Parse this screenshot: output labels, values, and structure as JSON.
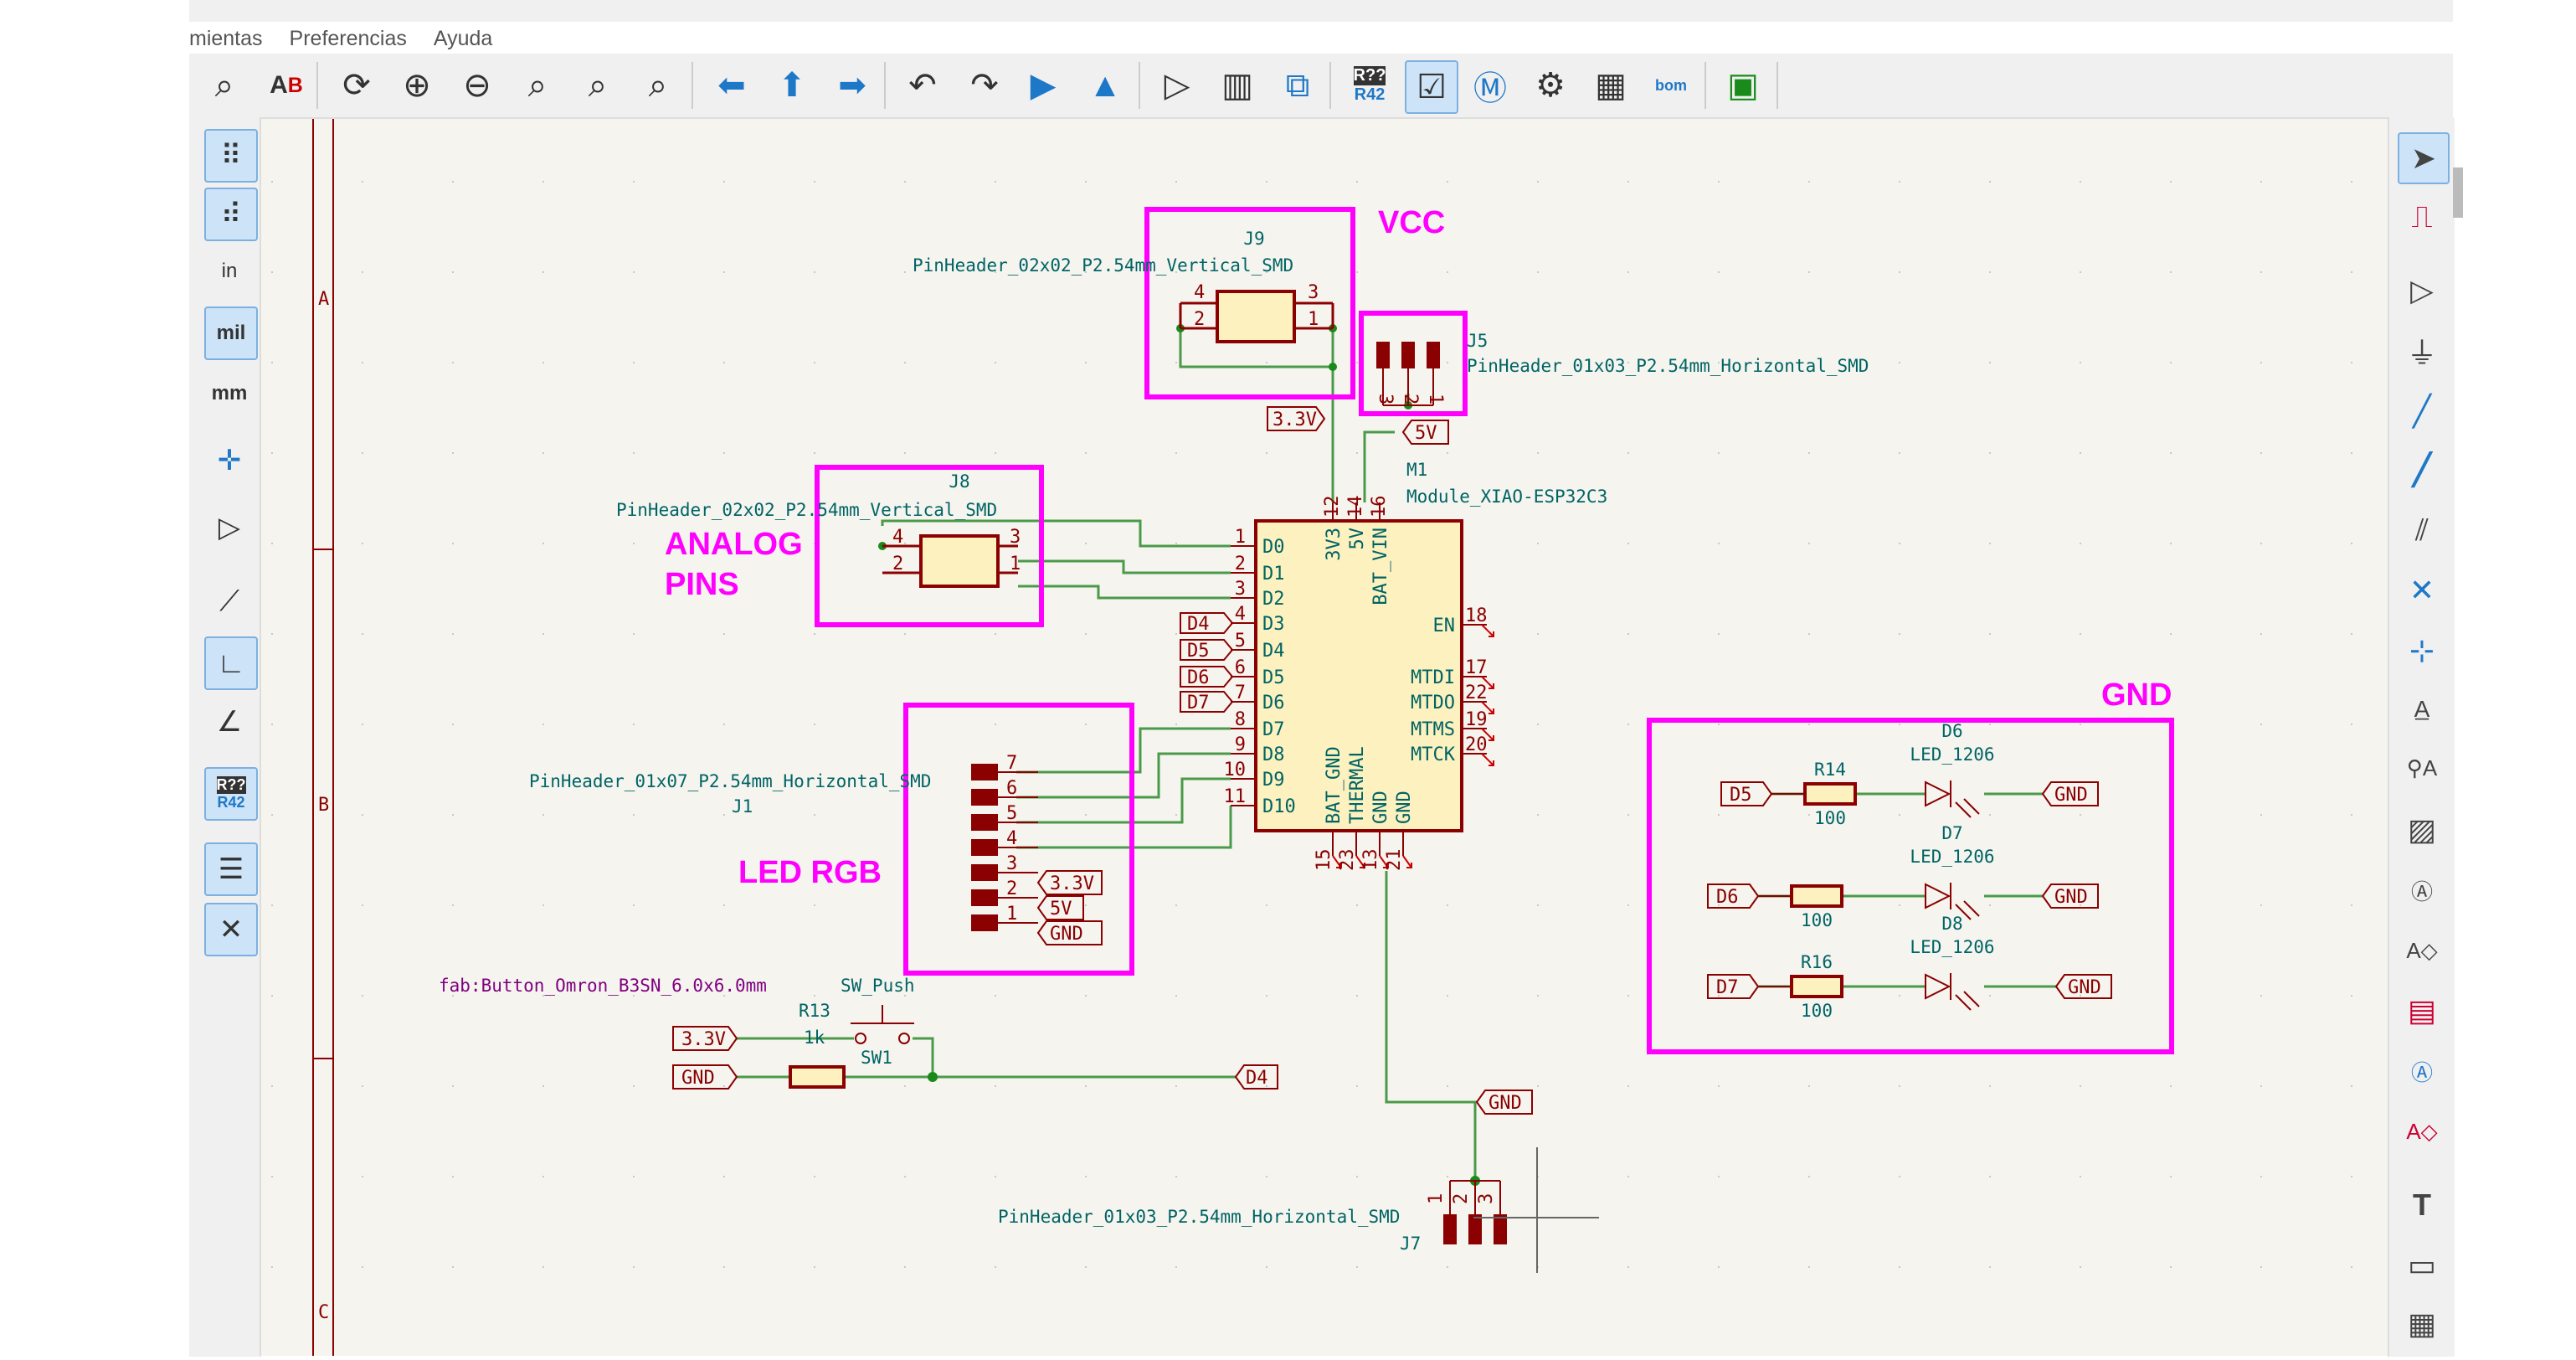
{
  "menu": {
    "items": [
      "mientas",
      "Preferencias",
      "Ayuda"
    ]
  },
  "toolbar": {
    "icons": [
      "find-icon",
      "find-replace-icon",
      "refresh-icon",
      "zoom-in-icon",
      "zoom-out-icon",
      "zoom-fit-icon",
      "zoom-objects-icon",
      "zoom-selection-icon",
      "navigate-back-icon",
      "navigate-up-icon",
      "navigate-forward-icon",
      "rotate-ccw-icon",
      "rotate-cw-icon",
      "mirror-vertical-icon",
      "mirror-horizontal-icon",
      "symbol-editor-icon",
      "symbol-browser-icon",
      "footprint-assign-icon",
      "annotate-icon",
      "erc-icon",
      "simulator-icon",
      "netlist-icon",
      "bom-table-icon",
      "bom-export-icon",
      "pcb-editor-icon"
    ],
    "annotate_text": "R??",
    "annotate_text2": "R42",
    "bom_text": "bom"
  },
  "left_toolbar": {
    "icons": [
      "grid-dots-icon",
      "grid-overrides-icon",
      "units-in-icon",
      "units-mil-icon",
      "units-mm-icon",
      "cursor-icon",
      "hidden-pins-icon",
      "wire-mode-free-icon",
      "wire-mode-90-icon",
      "wire-mode-45-icon",
      "annotate-icon",
      "hierarchy-navigator-icon",
      "properties-tools-icon"
    ],
    "labels": {
      "in": "in",
      "mil": "mil",
      "mm": "mm",
      "r1": "R??",
      "r2": "R42"
    }
  },
  "right_toolbar": {
    "icons": [
      "select-icon",
      "highlight-net-icon",
      "add-symbol-icon",
      "add-power-icon",
      "add-wire-icon",
      "add-bus-icon",
      "bus-entry-icon",
      "no-connect-icon",
      "junction-icon",
      "net-label-icon",
      "netclass-directive-icon",
      "rule-area-icon",
      "global-label-icon",
      "hierarchical-label-icon",
      "add-sheet-icon",
      "sheet-pin-icon",
      "import-sheet-pin-icon",
      "text-icon",
      "textbox-icon",
      "table-icon"
    ]
  },
  "frame": {
    "rows": [
      "A",
      "B",
      "C"
    ]
  },
  "annotations": {
    "vcc": "VCC",
    "analog1": "ANALOG",
    "analog2": "PINS",
    "led_rgb": "LED RGB",
    "gnd": "GND"
  },
  "schematic": {
    "j9": {
      "ref": "J9",
      "footprint": "PinHeader_02x02_P2.54mm_Vertical_SMD",
      "pins": [
        "4",
        "3",
        "2",
        "1"
      ]
    },
    "j5": {
      "ref": "J5",
      "footprint": "PinHeader_01x03_P2.54mm_Horizontal_SMD",
      "pins": [
        "3",
        "2",
        "1"
      ]
    },
    "j8": {
      "ref": "J8",
      "footprint": "PinHeader_02x02_P2.54mm_Vertical_SMD",
      "pins": [
        "4",
        "3",
        "2",
        "1"
      ]
    },
    "j1": {
      "ref": "J1",
      "footprint": "PinHeader_01x07_P2.54mm_Horizontal_SMD",
      "pins": [
        "7",
        "6",
        "5",
        "4",
        "3",
        "2",
        "1"
      ]
    },
    "j7": {
      "ref": "J7",
      "footprint": "PinHeader_01x03_P2.54mm_Horizontal_SMD",
      "pins": [
        "1",
        "2",
        "3"
      ]
    },
    "m1": {
      "ref": "M1",
      "value": "Module_XIAO-ESP32C3",
      "left_pins": [
        [
          "1",
          "D0"
        ],
        [
          "2",
          "D1"
        ],
        [
          "3",
          "D2"
        ],
        [
          "4",
          "D3"
        ],
        [
          "5",
          "D4"
        ],
        [
          "6",
          "D5"
        ],
        [
          "7",
          "D6"
        ],
        [
          "8",
          "D7"
        ],
        [
          "9",
          "D8"
        ],
        [
          "10",
          "D9"
        ],
        [
          "11",
          "D10"
        ]
      ],
      "right_pins": [
        [
          "18",
          "EN"
        ],
        [
          "17",
          "MTDI"
        ],
        [
          "22",
          "MTDO"
        ],
        [
          "19",
          "MTMS"
        ],
        [
          "20",
          "MTCK"
        ]
      ],
      "top_pins": [
        [
          "12",
          "3V3"
        ],
        [
          "14",
          "5V"
        ],
        [
          "16",
          "BAT_VIN"
        ]
      ],
      "bottom_pins": [
        [
          "15",
          "BAT_GND"
        ],
        [
          "23",
          "THERMAL"
        ],
        [
          "13",
          "GND"
        ],
        [
          "21",
          "GND"
        ]
      ]
    },
    "net_labels": {
      "v33_top": "3.3V",
      "v5_top": "5V",
      "d4": "D4",
      "d5": "D5",
      "d6": "D6",
      "d7": "D7",
      "j1_33": "3.3V",
      "j1_5": "5V",
      "j1_gnd": "GND",
      "sw_33": "3.3V",
      "sw_gnd": "GND",
      "sw_d4": "D4",
      "gnd_bottom": "GND"
    },
    "switch": {
      "footprint": "fab:Button_Omron_B3SN_6.0x6.0mm",
      "value": "SW_Push",
      "ref": "SW1",
      "r_ref": "R13",
      "r_value": "1k"
    },
    "leds": [
      {
        "in": "D5",
        "r_ref": "R14",
        "r_value": "100",
        "d_ref": "D6",
        "d_value": "LED_1206",
        "out": "GND"
      },
      {
        "in": "D6",
        "r_ref": "",
        "r_value": "100",
        "d_ref": "D7",
        "d_value": "LED_1206",
        "out": "GND"
      },
      {
        "in": "D7",
        "r_ref": "R16",
        "r_value": "100",
        "d_ref": "D8",
        "d_value": "LED_1206",
        "out": "GND"
      }
    ]
  },
  "colors": {
    "wire": "#4a9a4a",
    "symbol": "#8b0000",
    "fill": "#fdf1c0",
    "text": "#006464",
    "highlight": "#ff00ff",
    "bg": "#f5f4ef"
  }
}
